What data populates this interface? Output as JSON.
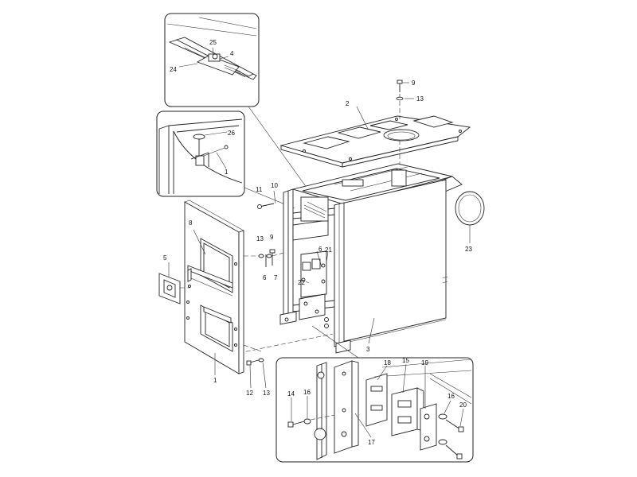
{
  "diagram": {
    "callouts": [
      {
        "id": "c25",
        "text": "25"
      },
      {
        "id": "c4",
        "text": "4"
      },
      {
        "id": "c24",
        "text": "24"
      },
      {
        "id": "c26",
        "text": "26"
      },
      {
        "id": "c1a",
        "text": "1"
      },
      {
        "id": "c9a",
        "text": "9"
      },
      {
        "id": "c13a",
        "text": "13"
      },
      {
        "id": "c2",
        "text": "2"
      },
      {
        "id": "c11",
        "text": "11"
      },
      {
        "id": "c10",
        "text": "10"
      },
      {
        "id": "c8",
        "text": "8"
      },
      {
        "id": "c5",
        "text": "5"
      },
      {
        "id": "c13b",
        "text": "13"
      },
      {
        "id": "c9b",
        "text": "9"
      },
      {
        "id": "c6a",
        "text": "6"
      },
      {
        "id": "c7",
        "text": "7"
      },
      {
        "id": "c6b",
        "text": "6"
      },
      {
        "id": "c21",
        "text": "21"
      },
      {
        "id": "c22",
        "text": "22"
      },
      {
        "id": "c23",
        "text": "23"
      },
      {
        "id": "c3",
        "text": "3"
      },
      {
        "id": "c1b",
        "text": "1"
      },
      {
        "id": "c12",
        "text": "12"
      },
      {
        "id": "c13c",
        "text": "13"
      },
      {
        "id": "c18",
        "text": "18"
      },
      {
        "id": "c15",
        "text": "15"
      },
      {
        "id": "c19",
        "text": "19"
      },
      {
        "id": "c14",
        "text": "14"
      },
      {
        "id": "c16a",
        "text": "16"
      },
      {
        "id": "c16b",
        "text": "16"
      },
      {
        "id": "c20",
        "text": "20"
      },
      {
        "id": "c17",
        "text": "17"
      }
    ]
  }
}
